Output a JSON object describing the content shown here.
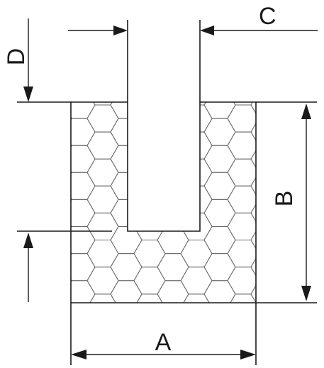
{
  "diagram": {
    "labels": {
      "a": "A",
      "b": "B",
      "c": "C",
      "d": "D"
    },
    "fill_pattern_icon": "hexagon-honeycomb-icon",
    "colors": {
      "line": "#1a1a1a",
      "hex": "#6a6a6a",
      "background": "#ffffff"
    }
  }
}
